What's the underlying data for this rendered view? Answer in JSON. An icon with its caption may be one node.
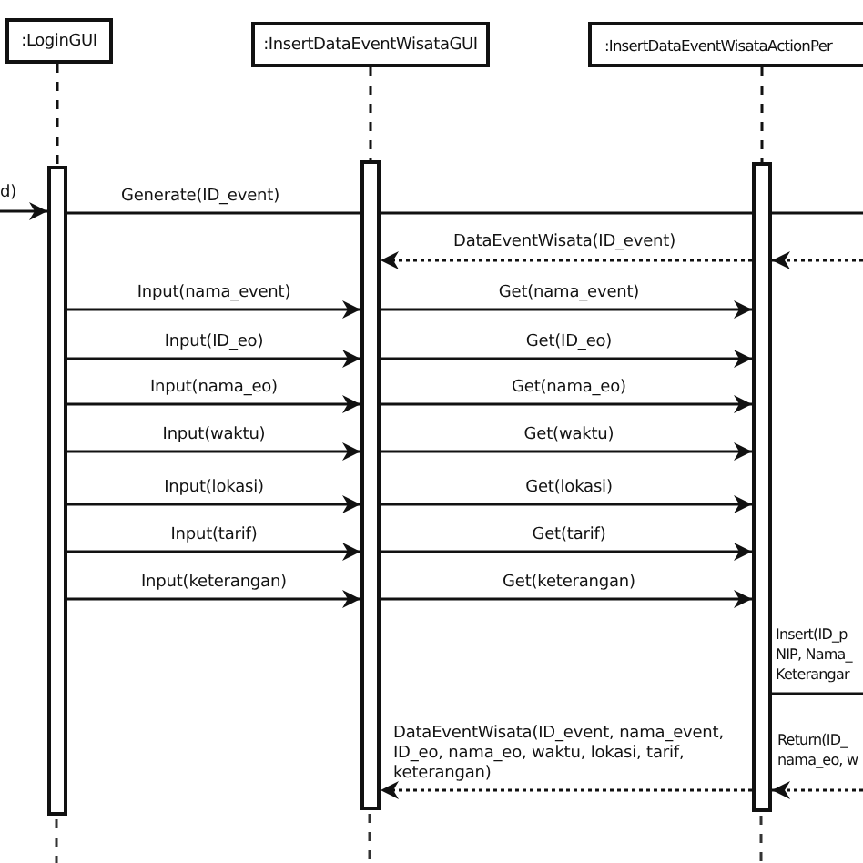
{
  "diagram": {
    "nodes": [
      {
        "text": [
          ":LoginGUI"
        ]
      },
      {
        "text": [
          ":InsertDataEventWisataGUI"
        ]
      },
      {
        "text": [
          ":InsertDataEventWisataActionPer"
        ]
      },
      {
        "text": [],
        "shape": "bar"
      },
      {
        "text": [],
        "shape": "bar"
      },
      {
        "text": [],
        "shape": "bar"
      }
    ],
    "edges": [
      {
        "from": null,
        "to": 3,
        "arrow": "to",
        "label": "d)"
      },
      {
        "from": 3,
        "to": null,
        "arrow": "none",
        "label": "Generate(ID_event)"
      },
      {
        "from": 5,
        "to": 4,
        "arrow": "to",
        "style": "dashed",
        "label": "DataEventWisata(ID_event)"
      },
      {
        "from": null,
        "to": 5,
        "arrow": "to",
        "style": "dashed"
      },
      {
        "from": 3,
        "to": 4,
        "arrow": "to",
        "label": "Input(nama_event)"
      },
      {
        "from": 4,
        "to": 5,
        "arrow": "to",
        "label": "Get(nama_event)"
      },
      {
        "from": 3,
        "to": 4,
        "arrow": "to",
        "label": "Input(ID_eo)"
      },
      {
        "from": 4,
        "to": 5,
        "arrow": "to",
        "label": "Get(ID_eo)"
      },
      {
        "from": 3,
        "to": 4,
        "arrow": "to",
        "label": "Input(nama_eo)"
      },
      {
        "from": 4,
        "to": 5,
        "arrow": "to",
        "label": "Get(nama_eo)"
      },
      {
        "from": 3,
        "to": 4,
        "arrow": "to",
        "label": "Input(waktu)"
      },
      {
        "from": 4,
        "to": 5,
        "arrow": "to",
        "label": "Get(waktu)"
      },
      {
        "from": 3,
        "to": 4,
        "arrow": "to",
        "label": "Input(lokasi)"
      },
      {
        "from": 4,
        "to": 5,
        "arrow": "to",
        "label": "Get(lokasi)"
      },
      {
        "from": 3,
        "to": 4,
        "arrow": "to",
        "label": "Input(tarif)"
      },
      {
        "from": 4,
        "to": 5,
        "arrow": "to",
        "label": "Get(tarif)"
      },
      {
        "from": 3,
        "to": 4,
        "arrow": "to",
        "label": "Input(keterangan)"
      },
      {
        "from": 4,
        "to": 5,
        "arrow": "to",
        "label": "Get(keterangan)"
      },
      {
        "from": 5,
        "to": null,
        "arrow": "none",
        "label": "Insert(ID_p NIP, Nama_ Keterangar"
      },
      {
        "from": null,
        "to": 5,
        "arrow": "to",
        "style": "dashed",
        "label": "Return(ID_ nama_eo, w"
      },
      {
        "from": 5,
        "to": 4,
        "arrow": "to",
        "style": "dashed",
        "label": "DataEventWisata(ID_event, nama_event, ID_eo, nama_eo, waktu, lokasi, tarif, keterangan)"
      },
      {
        "from": 0,
        "to": 3,
        "arrow": "none",
        "style": "dashed"
      },
      {
        "from": 1,
        "to": 4,
        "arrow": "none",
        "style": "dashed"
      },
      {
        "from": 2,
        "to": 5,
        "arrow": "none",
        "style": "dashed"
      }
    ]
  }
}
